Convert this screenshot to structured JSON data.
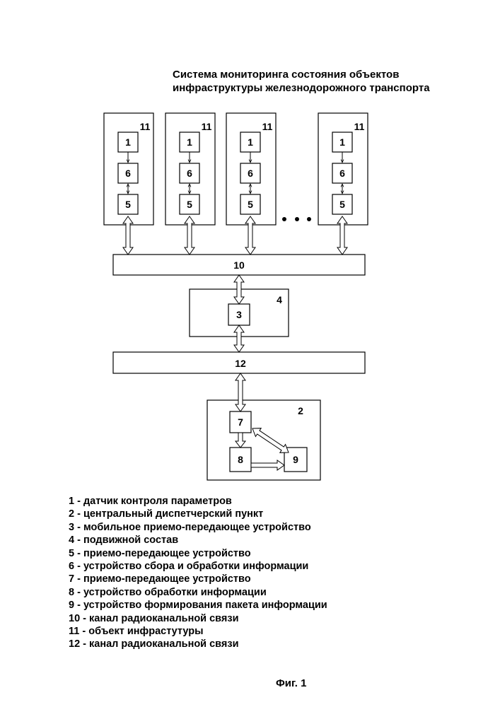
{
  "title": {
    "line1": "Система мониторинга состояния объектов",
    "line2": "инфраструктуры железнодорожного транспорта"
  },
  "diagram": {
    "object_label": "11",
    "sensor_label": "1",
    "collector_label": "6",
    "transceiver_label": "5",
    "channel_top_label": "10",
    "rolling_stock_label": "4",
    "mobile_transceiver_label": "3",
    "channel_bottom_label": "12",
    "dispatch_label": "2",
    "dispatch_transceiver_label": "7",
    "processor_label": "8",
    "packet_former_label": "9"
  },
  "legend": [
    "1 - датчик контроля параметров",
    "2 - центральный диспетчерский пункт",
    "3 - мобильное приемо-передающее устройство",
    "4 - подвижной состав",
    "5 - приемо-передающее устройство",
    "6 - устройство сбора и обработки информации",
    "7 - приемо-передающее устройство",
    "8 - устройство обработки информации",
    "9 - устройство формирования пакета информации",
    "10 - канал радиоканальной связи",
    "11 - объект инфрастутуры",
    "12 - канал радиоканальной связи"
  ],
  "caption": "Фиг. 1"
}
